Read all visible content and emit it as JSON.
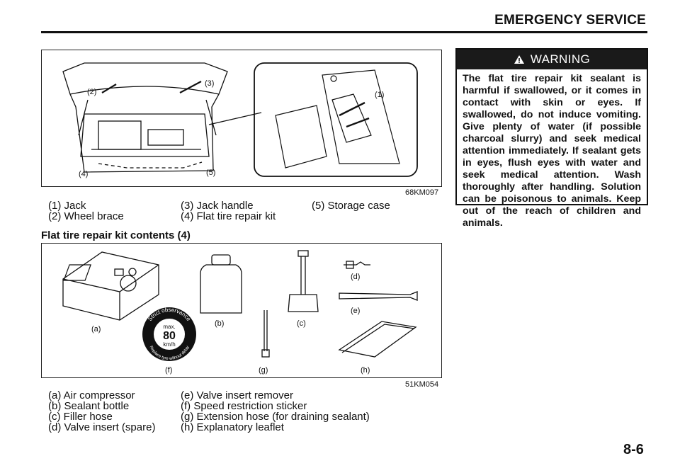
{
  "header": {
    "section_title": "EMERGENCY SERVICE"
  },
  "figure1": {
    "code": "68KM097",
    "callouts": [
      "(1)",
      "(2)",
      "(3)",
      "(4)",
      "(5)"
    ],
    "captions": [
      [
        "(1) Jack",
        "(2) Wheel brace"
      ],
      [
        "(3) Jack handle",
        "(4) Flat tire repair kit"
      ],
      [
        "(5) Storage case"
      ]
    ]
  },
  "warning": {
    "heading": "WARNING",
    "text": "The flat tire repair kit sealant is harmful if swallowed, or it comes in contact with skin or eyes. If swallowed, do not induce vomiting. Give plenty of water (if possible charcoal slurry) and seek medical attention immediately. If sealant gets in eyes, flush eyes with water and seek medical attention. Wash thoroughly after handling. Solution can be poisonous to animals. Keep out of the reach of children and animals."
  },
  "figure2": {
    "title": "Flat tire repair kit contents (4)",
    "code": "51KM054",
    "labels": {
      "a": "(a)",
      "b": "(b)",
      "c": "(c)",
      "d": "(d)",
      "e": "(e)",
      "f": "(f)",
      "g": "(g)",
      "h": "(h)"
    },
    "sticker": {
      "ring_text_top": "Strict observance",
      "ring_text_bottom": "Replace tyre without delay",
      "line1": "max.",
      "line2": "80",
      "line3": "km/h"
    },
    "captions": [
      [
        "(a) Air compressor",
        "(b) Sealant bottle",
        "(c) Filler hose",
        "(d) Valve insert (spare)"
      ],
      [
        "(e) Valve insert remover",
        "(f) Speed restriction sticker",
        "(g) Extension hose (for draining sealant)",
        "(h) Explanatory leaflet"
      ]
    ]
  },
  "footer": {
    "page_number": "8-6"
  }
}
